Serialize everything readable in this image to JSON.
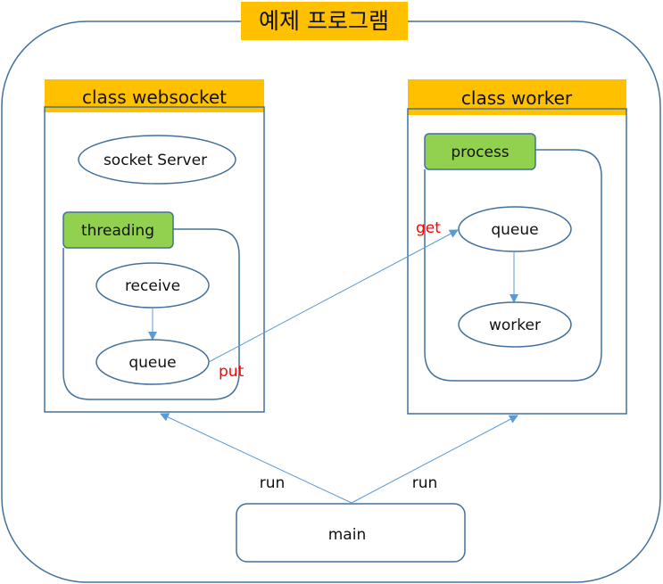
{
  "title": "예제 프로그램",
  "colors": {
    "title_bg": "#ffc000",
    "class_header_bg": "#ffc000",
    "group_header_bg": "#92d050",
    "outline": "#41719c",
    "arrow": "#5b9bd5",
    "edge_label_red": "#ff0000"
  },
  "websocket": {
    "header": "class websocket",
    "socket_server": "socket Server",
    "threading": {
      "header": "threading",
      "receive": "receive",
      "queue": "queue"
    }
  },
  "worker": {
    "header": "class worker",
    "process": {
      "header": "process",
      "queue": "queue",
      "worker": "worker"
    }
  },
  "main": "main",
  "edges": {
    "put": "put",
    "get": "get",
    "run_left": "run",
    "run_right": "run"
  }
}
